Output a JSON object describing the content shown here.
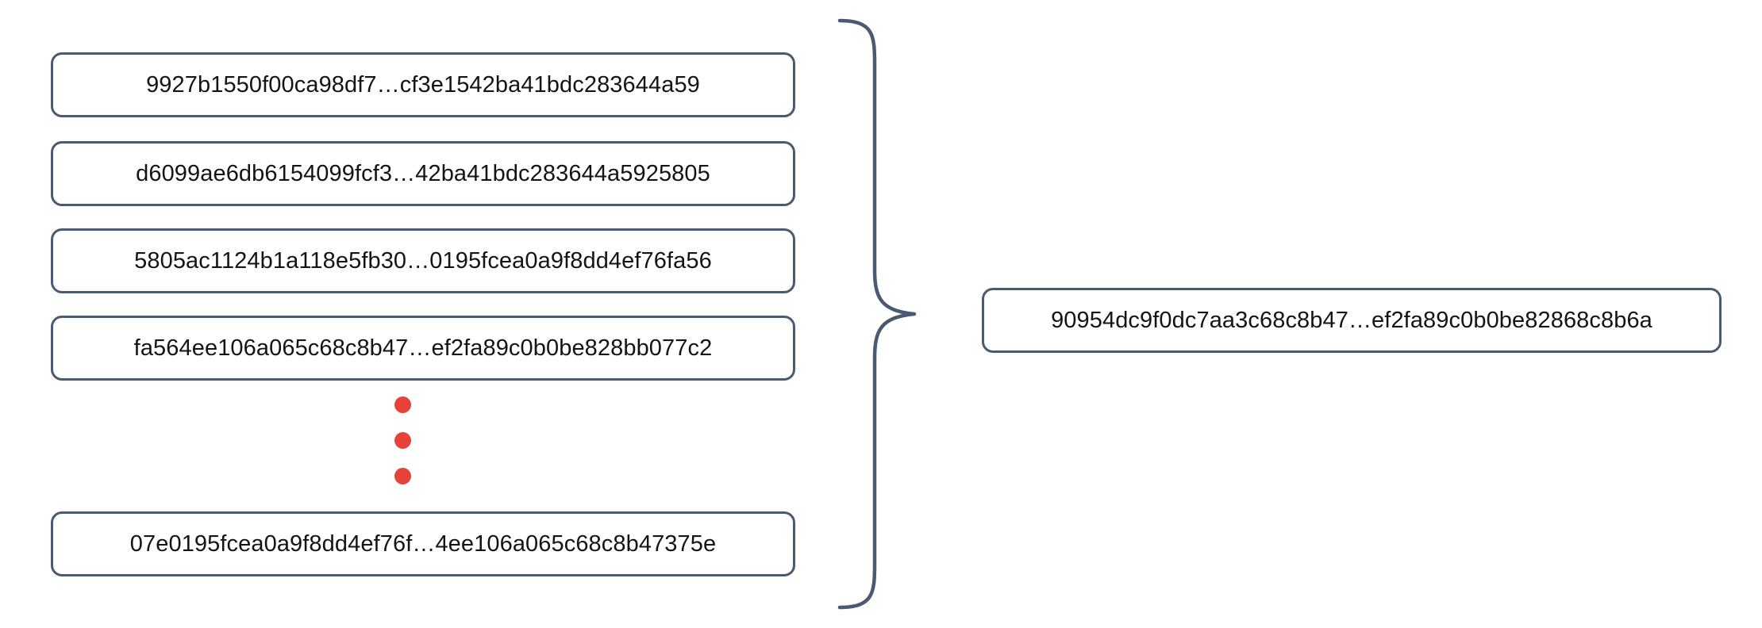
{
  "diagram": {
    "type": "hash-aggregation",
    "accent_color": "#4a5a73",
    "dot_color": "#e8413a",
    "text_color": "#111418",
    "background_color": "#ffffff",
    "inputs": [
      {
        "label": "9927b1550f00ca98df7…cf3e1542ba41bdc283644a59"
      },
      {
        "label": "d6099ae6db6154099fcf3…42ba41bdc283644a5925805"
      },
      {
        "label": "5805ac1124b1a118e5fb30…0195fcea0a9f8dd4ef76fa56"
      },
      {
        "label": "fa564ee106a065c68c8b47…ef2fa89c0b0be828bb077c2"
      },
      {
        "label": "07e0195fcea0a9f8dd4ef76f…4ee106a065c68c8b47375e"
      }
    ],
    "ellipsis": {
      "name": "vertical-ellipsis",
      "dot_count": 3,
      "dots": [
        "●",
        "●",
        "●"
      ]
    },
    "brace": {
      "name": "curly-brace",
      "orientation": "right-pointing"
    },
    "output": {
      "label": "90954dc9f0dc7aa3c68c8b47…ef2fa89c0b0be82868c8b6a"
    }
  }
}
